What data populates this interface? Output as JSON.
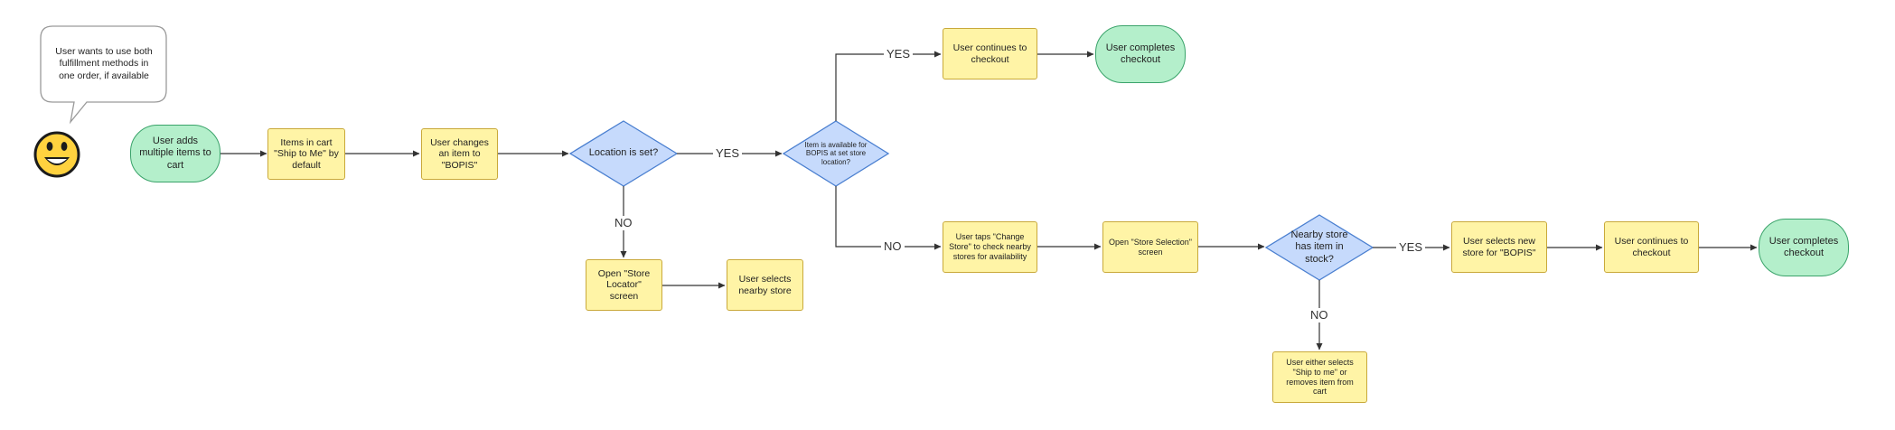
{
  "note": {
    "text": "User wants to use both fulfillment methods in one order, if available"
  },
  "avatar": {
    "icon": "grinning-face-icon"
  },
  "nodes": {
    "start": "User adds multiple items to cart",
    "items_in_cart": "Items in cart \"Ship to Me\" by default",
    "changes_item": "User changes an item to \"BOPIS\"",
    "location_set": "Location is set?",
    "item_available": "Item is available for BOPIS at set store location?",
    "continues_top": "User continues to checkout",
    "completes_top": "User completes checkout",
    "store_locator": "Open \"Store Locator\" screen",
    "selects_nearby": "User selects nearby store",
    "taps_change_store": "User taps \"Change Store\" to check nearby stores for availability",
    "store_selection": "Open \"Store Selection\" screen",
    "nearby_in_stock": "Nearby store has item in stock?",
    "selects_new_store": "User selects new store for \"BOPIS\"",
    "continues_bottom": "User continues to checkout",
    "completes_bottom": "User completes checkout",
    "either_selects": "User either selects \"Ship to me\" or removes item from cart"
  },
  "edges": {
    "yes": "YES",
    "no": "NO"
  },
  "colors": {
    "process_fill": "#fff4a6",
    "process_border": "#c9a93a",
    "decision_fill": "#c6dafc",
    "decision_border": "#4a7fd0",
    "terminal_fill": "#b4efcb",
    "terminal_border": "#3aa36a",
    "connector": "#333333",
    "emoji_face": "#ffd23f"
  }
}
